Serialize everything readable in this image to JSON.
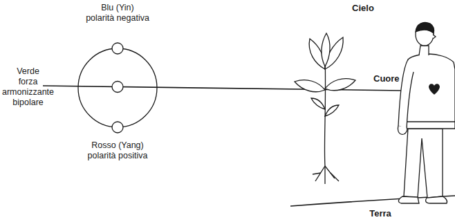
{
  "diagram": {
    "labels": [
      "Blu (Yin) polarità negativa",
      "Verde forza armonizzante bipolare",
      "Rosso (Yang) polarità positiva",
      "Cielo",
      "Cuore",
      "Terra"
    ]
  }
}
